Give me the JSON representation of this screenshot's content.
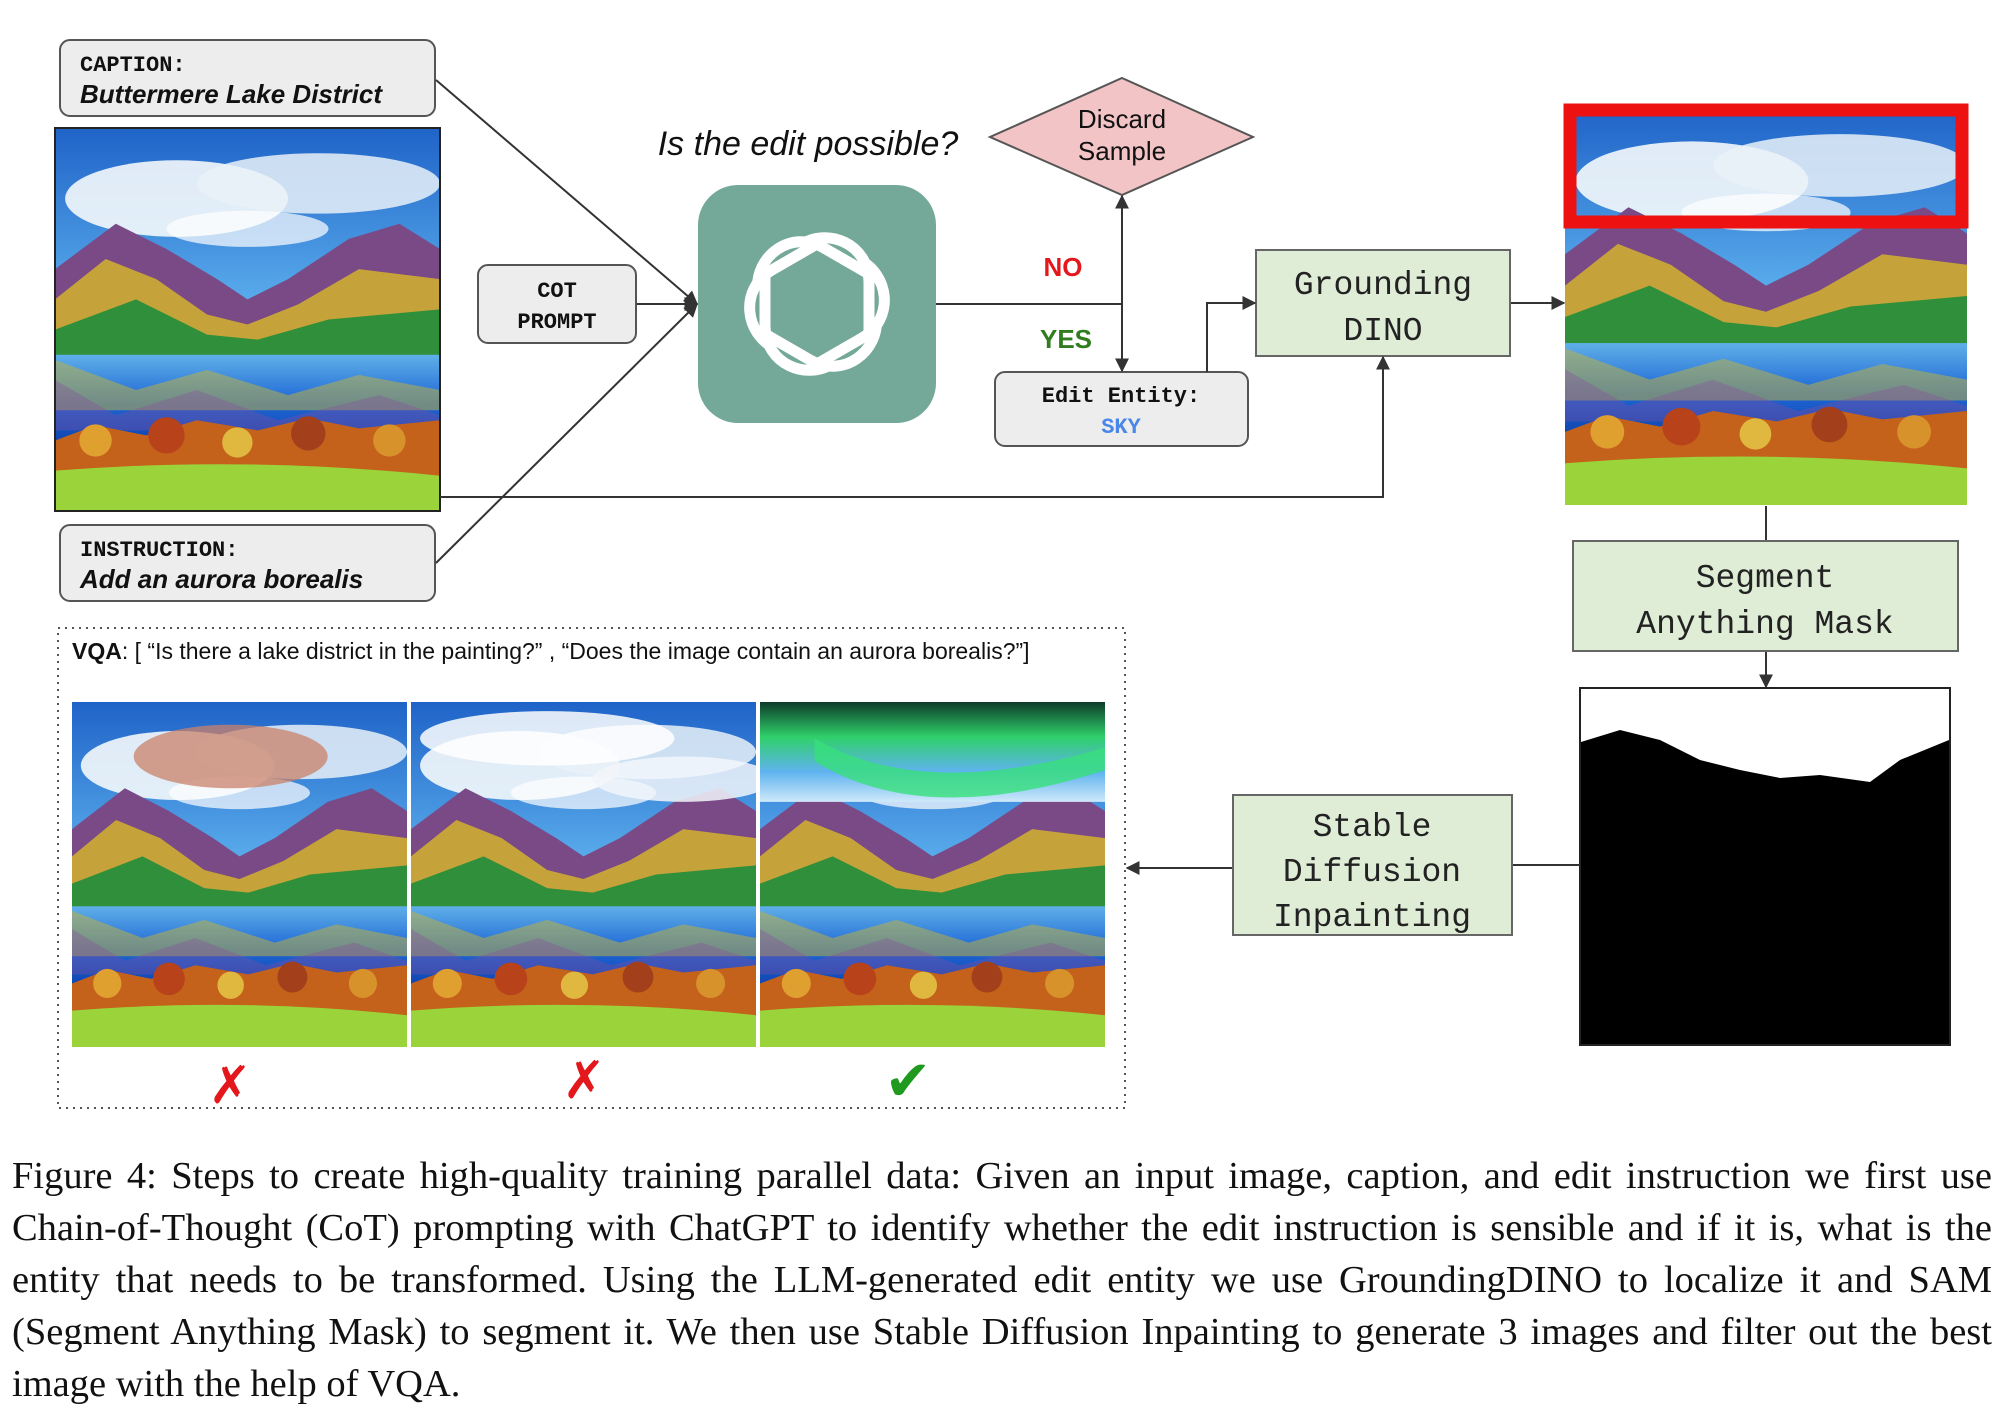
{
  "caption_box": {
    "label": "CAPTION:",
    "text": "Buttermere Lake District"
  },
  "instruction_box": {
    "label": "INSTRUCTION:",
    "text": "Add an aurora borealis"
  },
  "cot_prompt": {
    "line1": "COT",
    "line2": "PROMPT"
  },
  "question": "Is the edit possible?",
  "discard": {
    "line1": "Discard",
    "line2": "Sample"
  },
  "decision": {
    "no": "NO",
    "yes": "YES"
  },
  "edit_entity": {
    "label": "Edit Entity:",
    "value": "SKY"
  },
  "grounding": {
    "line1": "Grounding",
    "line2": "DINO"
  },
  "segment": {
    "line1": "Segment",
    "line2": "Anything Mask"
  },
  "inpainting": {
    "line1": "Stable",
    "line2": "Diffusion",
    "line3": "Inpainting"
  },
  "vqa": {
    "label": "VQA",
    "questions": ": [ “Is there a lake district in the painting?” , “Does the image contain an aurora borealis?”]"
  },
  "results": [
    {
      "mark": "✗",
      "ok": false
    },
    {
      "mark": "✗",
      "ok": false
    },
    {
      "mark": "✔",
      "ok": true
    }
  ],
  "figure_caption": "Figure 4: Steps to create high-quality training parallel data: Given an input image, caption, and edit instruction we first use Chain-of-Thought (CoT) prompting with ChatGPT to identify whether the edit instruction is sensible and if it is, what is the entity that needs to be transformed. Using the LLM-generated edit entity we use GroundingDINO to localize it and SAM (Segment Anything Mask) to segment it. We then use Stable Diffusion Inpainting to generate 3 images and filter out the best image with the help of VQA.",
  "colors": {
    "box_gray": "#ededed",
    "box_green": "#dfecd6",
    "chatgpt_teal": "#74a99a",
    "discard_pink": "#f2c4c6",
    "no_red": "#e3171c",
    "yes_green": "#2f7d1f",
    "sky_blue": "#4a86e8",
    "bbox_red": "#ee1111",
    "check_green": "#1f9a1f"
  }
}
